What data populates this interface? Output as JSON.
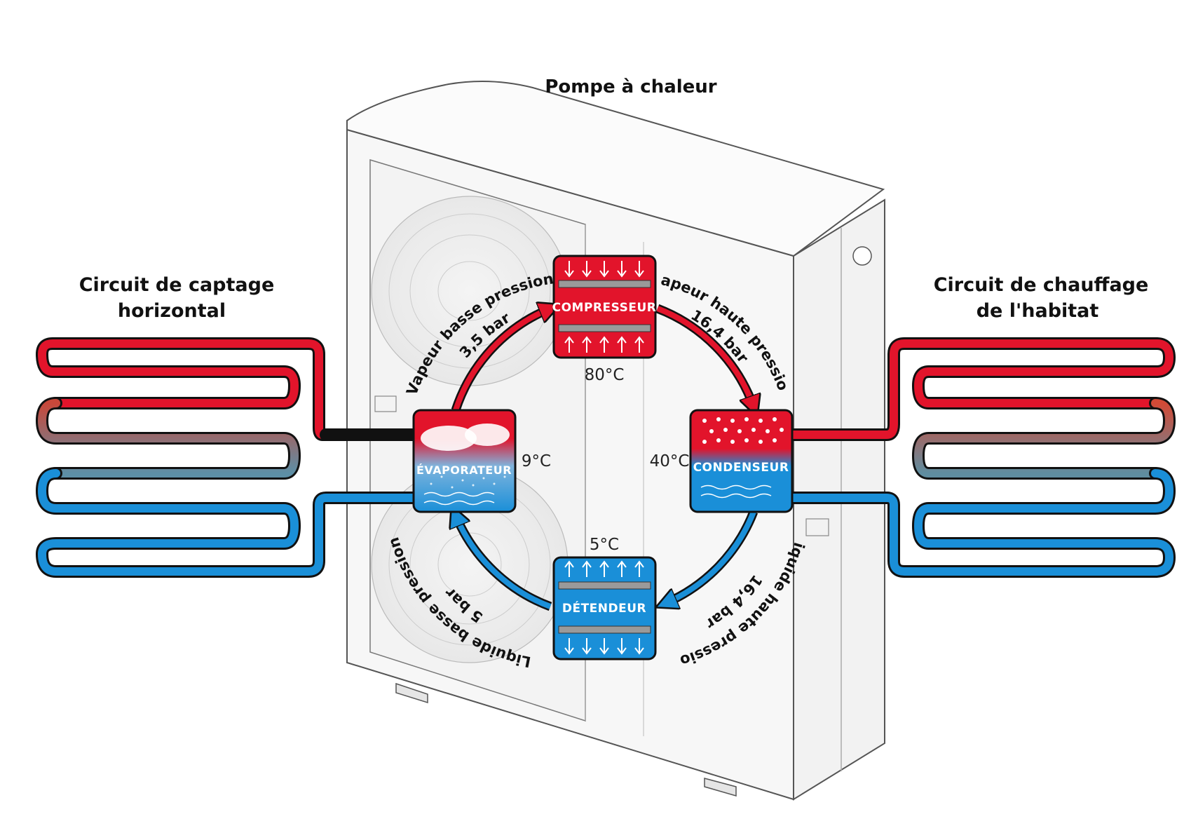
{
  "title": "Pompe à chaleur",
  "left_circuit": {
    "line1": "Circuit de captage",
    "line2": "horizontal"
  },
  "right_circuit": {
    "line1": "Circuit de chauffage",
    "line2": "de l'habitat"
  },
  "components": {
    "compresseur": "COMPRESSEUR",
    "condenseur": "CONDENSEUR",
    "detendeur": "DÉTENDEUR",
    "evaporateur": "ÉVAPORATEUR"
  },
  "temperatures": {
    "compresseur": "80°C",
    "condenseur": "40°C",
    "detendeur": "5°C",
    "evaporateur": "9°C"
  },
  "flows": {
    "vapeur_basse": "Vapeur basse pression",
    "vapeur_basse_bar": "3,5 bar",
    "vapeur_haute": "Vapeur haute pression",
    "vapeur_haute_bar": "16,4 bar",
    "liquide_haute": "Liquide haute pression",
    "liquide_haute_bar": "16,4 bar",
    "liquide_basse": "Liquide basse pression",
    "liquide_basse_bar": "5 bar"
  },
  "colors": {
    "hot": "#e2142b",
    "cold": "#1a8fd8",
    "warm_mix": "#a85a55",
    "unit_outline": "#555555"
  }
}
